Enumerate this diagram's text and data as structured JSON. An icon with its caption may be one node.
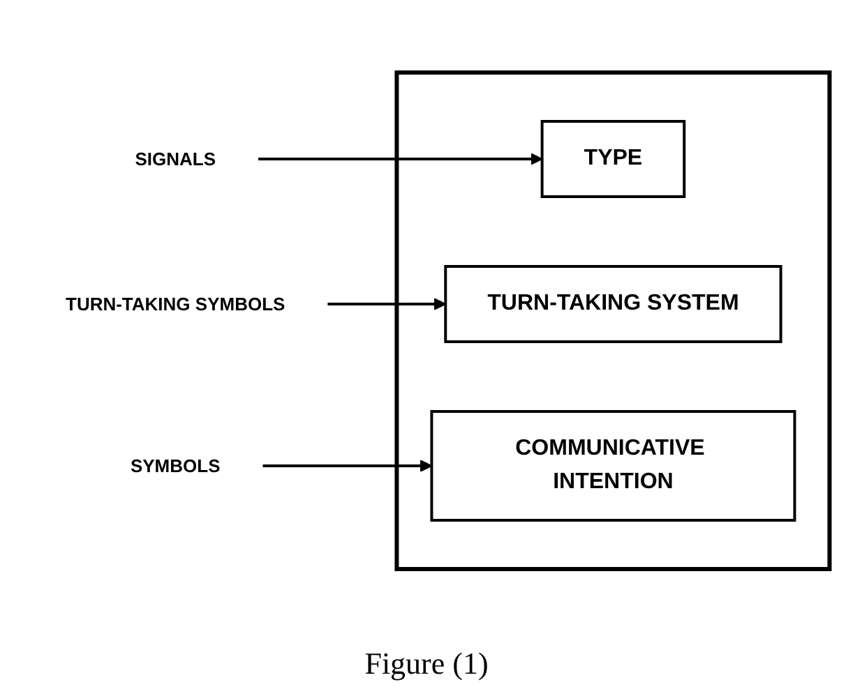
{
  "diagram": {
    "caption": "Figure (1)",
    "nodes": [
      {
        "text": [],
        "shape": "box"
      },
      {
        "text": [
          "SIGNALS"
        ]
      },
      {
        "text": [
          "TYPE"
        ],
        "in": 0
      },
      {
        "text": [
          "TURN-TAKING SYMBOLS"
        ]
      },
      {
        "text": [
          "TURN-TAKING SYSTEM"
        ],
        "in": 0
      },
      {
        "text": [
          "COMMUNICATIVE INTENTION"
        ],
        "in": 0
      },
      {
        "text": [
          "SYMBOLS"
        ]
      }
    ],
    "edges": [
      {
        "from": 1,
        "to": 2,
        "arrow": "to"
      },
      {
        "from": 3,
        "to": 4,
        "arrow": "to"
      },
      {
        "from": 6,
        "to": 5,
        "arrow": "to"
      }
    ]
  }
}
